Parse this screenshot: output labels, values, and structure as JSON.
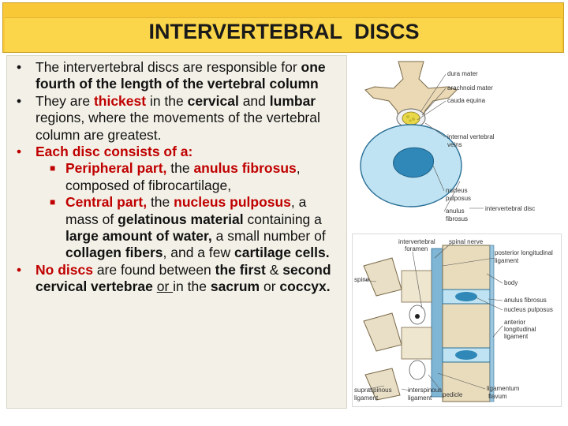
{
  "title": "INTERVERTEBRAL   DISCS",
  "bullets": {
    "b1": {
      "t1": "The intervertebral discs are responsible for ",
      "t2": "one fourth of the length of the vertebral column"
    },
    "b2": {
      "t1": "They are ",
      "t2": "thickest",
      "t3": " in the ",
      "t4": "cervical",
      "t5": " and ",
      "t6": "lumbar",
      "t7": " regions, where the movements of the vertebral column are greatest."
    },
    "b3": {
      "t1": "Each disc consists of a:"
    },
    "s1": {
      "t1": "Peripheral part,",
      "t2": " the ",
      "t3": "anulus fibrosus",
      "t4": ", composed of fibrocartilage,"
    },
    "s2": {
      "t1": "Central part,",
      "t2": " the ",
      "t3": "nucleus pulposus",
      "t4": ", a mass of ",
      "t5": "gelatinous material",
      "t6": " containing a ",
      "t7": "large amount of water,",
      "t8": " a small number of ",
      "t9": "collagen fibers",
      "t10": ", and a few ",
      "t11": "cartilage cells."
    },
    "b4": {
      "t1": "No discs",
      "t2": " are found between ",
      "t3": "the first",
      "t4": " & ",
      "t5": "second cervical vertebrae ",
      "t6": "or ",
      "t7": "in the ",
      "t8": "sacrum",
      "t9": " or ",
      "t10": "coccyx."
    }
  },
  "figure1_labels": {
    "dura": "dura mater",
    "arach": "arachnoid mater",
    "cauda": "cauda equina",
    "ivv1": "internal vertebral",
    "ivv2": "veins",
    "np1": "nucleus",
    "np2": "pulposus",
    "af1": "anulus",
    "af2": "fibrosus",
    "ivd": "intervertebral disc"
  },
  "figure2_labels": {
    "ivf1": "intervertebral",
    "ivf2": "foramen",
    "spinal_nerve": "spinal nerve",
    "pll1": "posterior longitudinal",
    "pll2": "ligament",
    "spine": "spine",
    "body": "body",
    "af": "anulus fibrosus",
    "np": "nucleus pulposus",
    "all1": "anterior",
    "all2": "longitudinal",
    "all3": "ligament",
    "ssl1": "supraspinous",
    "ssl2": "ligament",
    "isl1": "interspinous",
    "isl2": "ligament",
    "pedicle": "pedicle",
    "lf1": "ligamentum",
    "lf2": "flavum"
  },
  "colors": {
    "title_bg": "#fcd64a",
    "text_box_bg": "#f3f1e7",
    "highlight_red": "#c00000",
    "disc_blue": "#bfe3f2",
    "nucleus_blue": "#2f88b8"
  }
}
